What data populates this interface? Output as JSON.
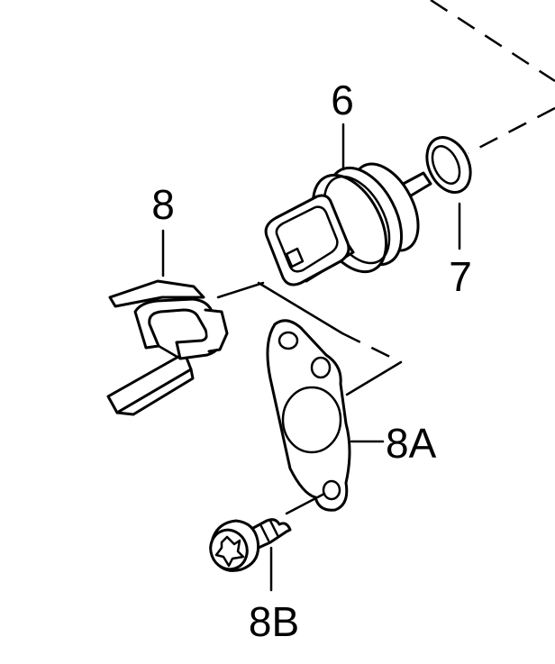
{
  "diagram": {
    "labels": {
      "sensor": "6",
      "o_ring": "7",
      "clip": "8",
      "gasket": "8A",
      "bolt": "8B"
    },
    "line_color": "#000000",
    "background": "#ffffff"
  }
}
